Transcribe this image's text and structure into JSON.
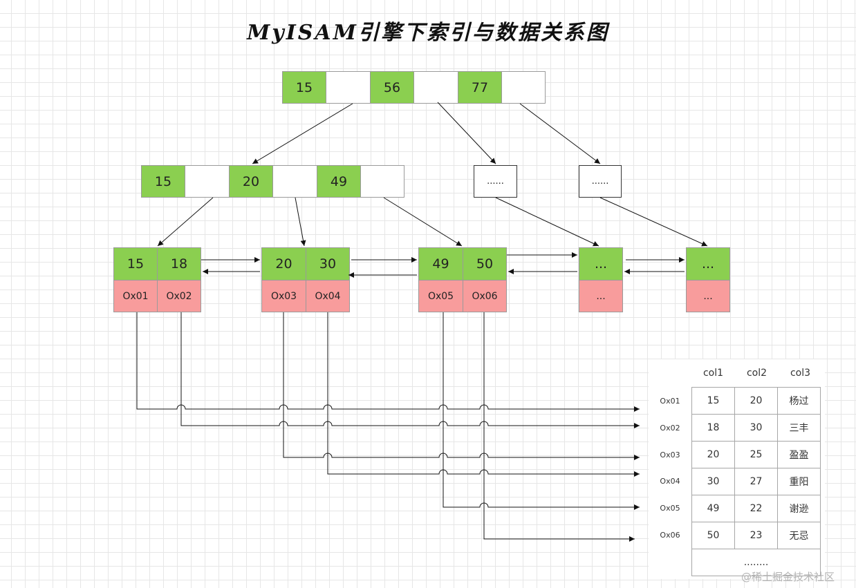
{
  "title": "MyISAM引擎下索引与数据关系图",
  "root": {
    "keys": [
      "15",
      "56",
      "77"
    ]
  },
  "level2": {
    "keys": [
      "15",
      "20",
      "49"
    ],
    "other_nodes": [
      "......",
      "......"
    ]
  },
  "leaves": [
    {
      "keys": [
        "15",
        "18"
      ],
      "addrs": [
        "Ox01",
        "Ox02"
      ]
    },
    {
      "keys": [
        "20",
        "30"
      ],
      "addrs": [
        "Ox03",
        "Ox04"
      ]
    },
    {
      "keys": [
        "49",
        "50"
      ],
      "addrs": [
        "Ox05",
        "Ox06"
      ]
    },
    {
      "keys": [
        "..."
      ],
      "addrs": [
        "..."
      ]
    },
    {
      "keys": [
        "..."
      ],
      "addrs": [
        "..."
      ]
    }
  ],
  "table": {
    "headers": [
      "col1",
      "col2",
      "col3"
    ],
    "rows": [
      {
        "addr": "Ox01",
        "cells": [
          "15",
          "20",
          "杨过"
        ]
      },
      {
        "addr": "Ox02",
        "cells": [
          "18",
          "30",
          "三丰"
        ]
      },
      {
        "addr": "Ox03",
        "cells": [
          "20",
          "25",
          "盈盈"
        ]
      },
      {
        "addr": "Ox04",
        "cells": [
          "30",
          "27",
          "重阳"
        ]
      },
      {
        "addr": "Ox05",
        "cells": [
          "49",
          "22",
          "谢逊"
        ]
      },
      {
        "addr": "Ox06",
        "cells": [
          "50",
          "23",
          "无忌"
        ]
      }
    ],
    "more": "........"
  },
  "watermark": "@稀土掘金技术社区",
  "colors": {
    "key": "#8bcf50",
    "addr": "#f89c9c",
    "grid": "#e6e6e6"
  }
}
